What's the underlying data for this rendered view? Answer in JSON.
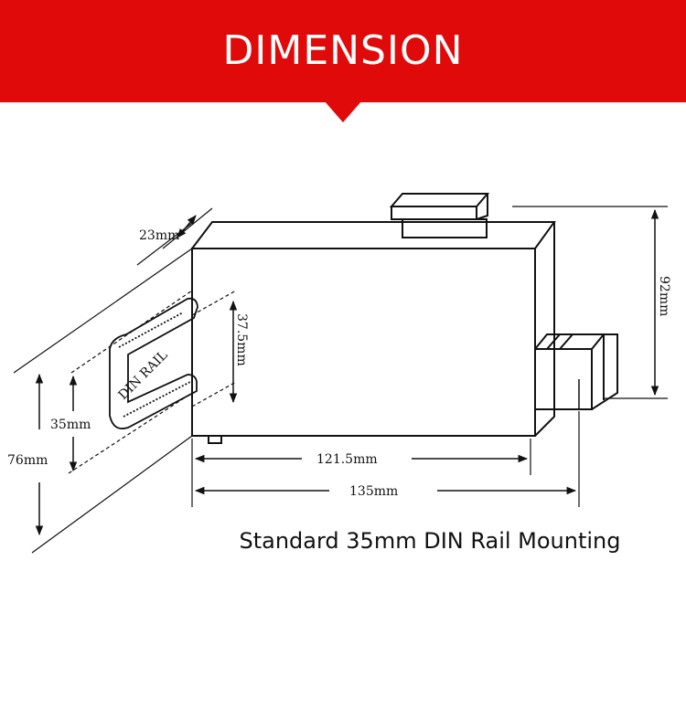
{
  "banner": {
    "title": "DIMENSION",
    "color": "#e00a0a"
  },
  "dimensions": {
    "depth": "23mm",
    "rail_height": "37.5mm",
    "height": "92mm",
    "rail_width": "35mm",
    "total_depth": "76mm",
    "body_width": "121.5mm",
    "total_width": "135mm"
  },
  "rail_label": "DIN RAIL",
  "caption": "Standard 35mm DIN Rail Mounting"
}
